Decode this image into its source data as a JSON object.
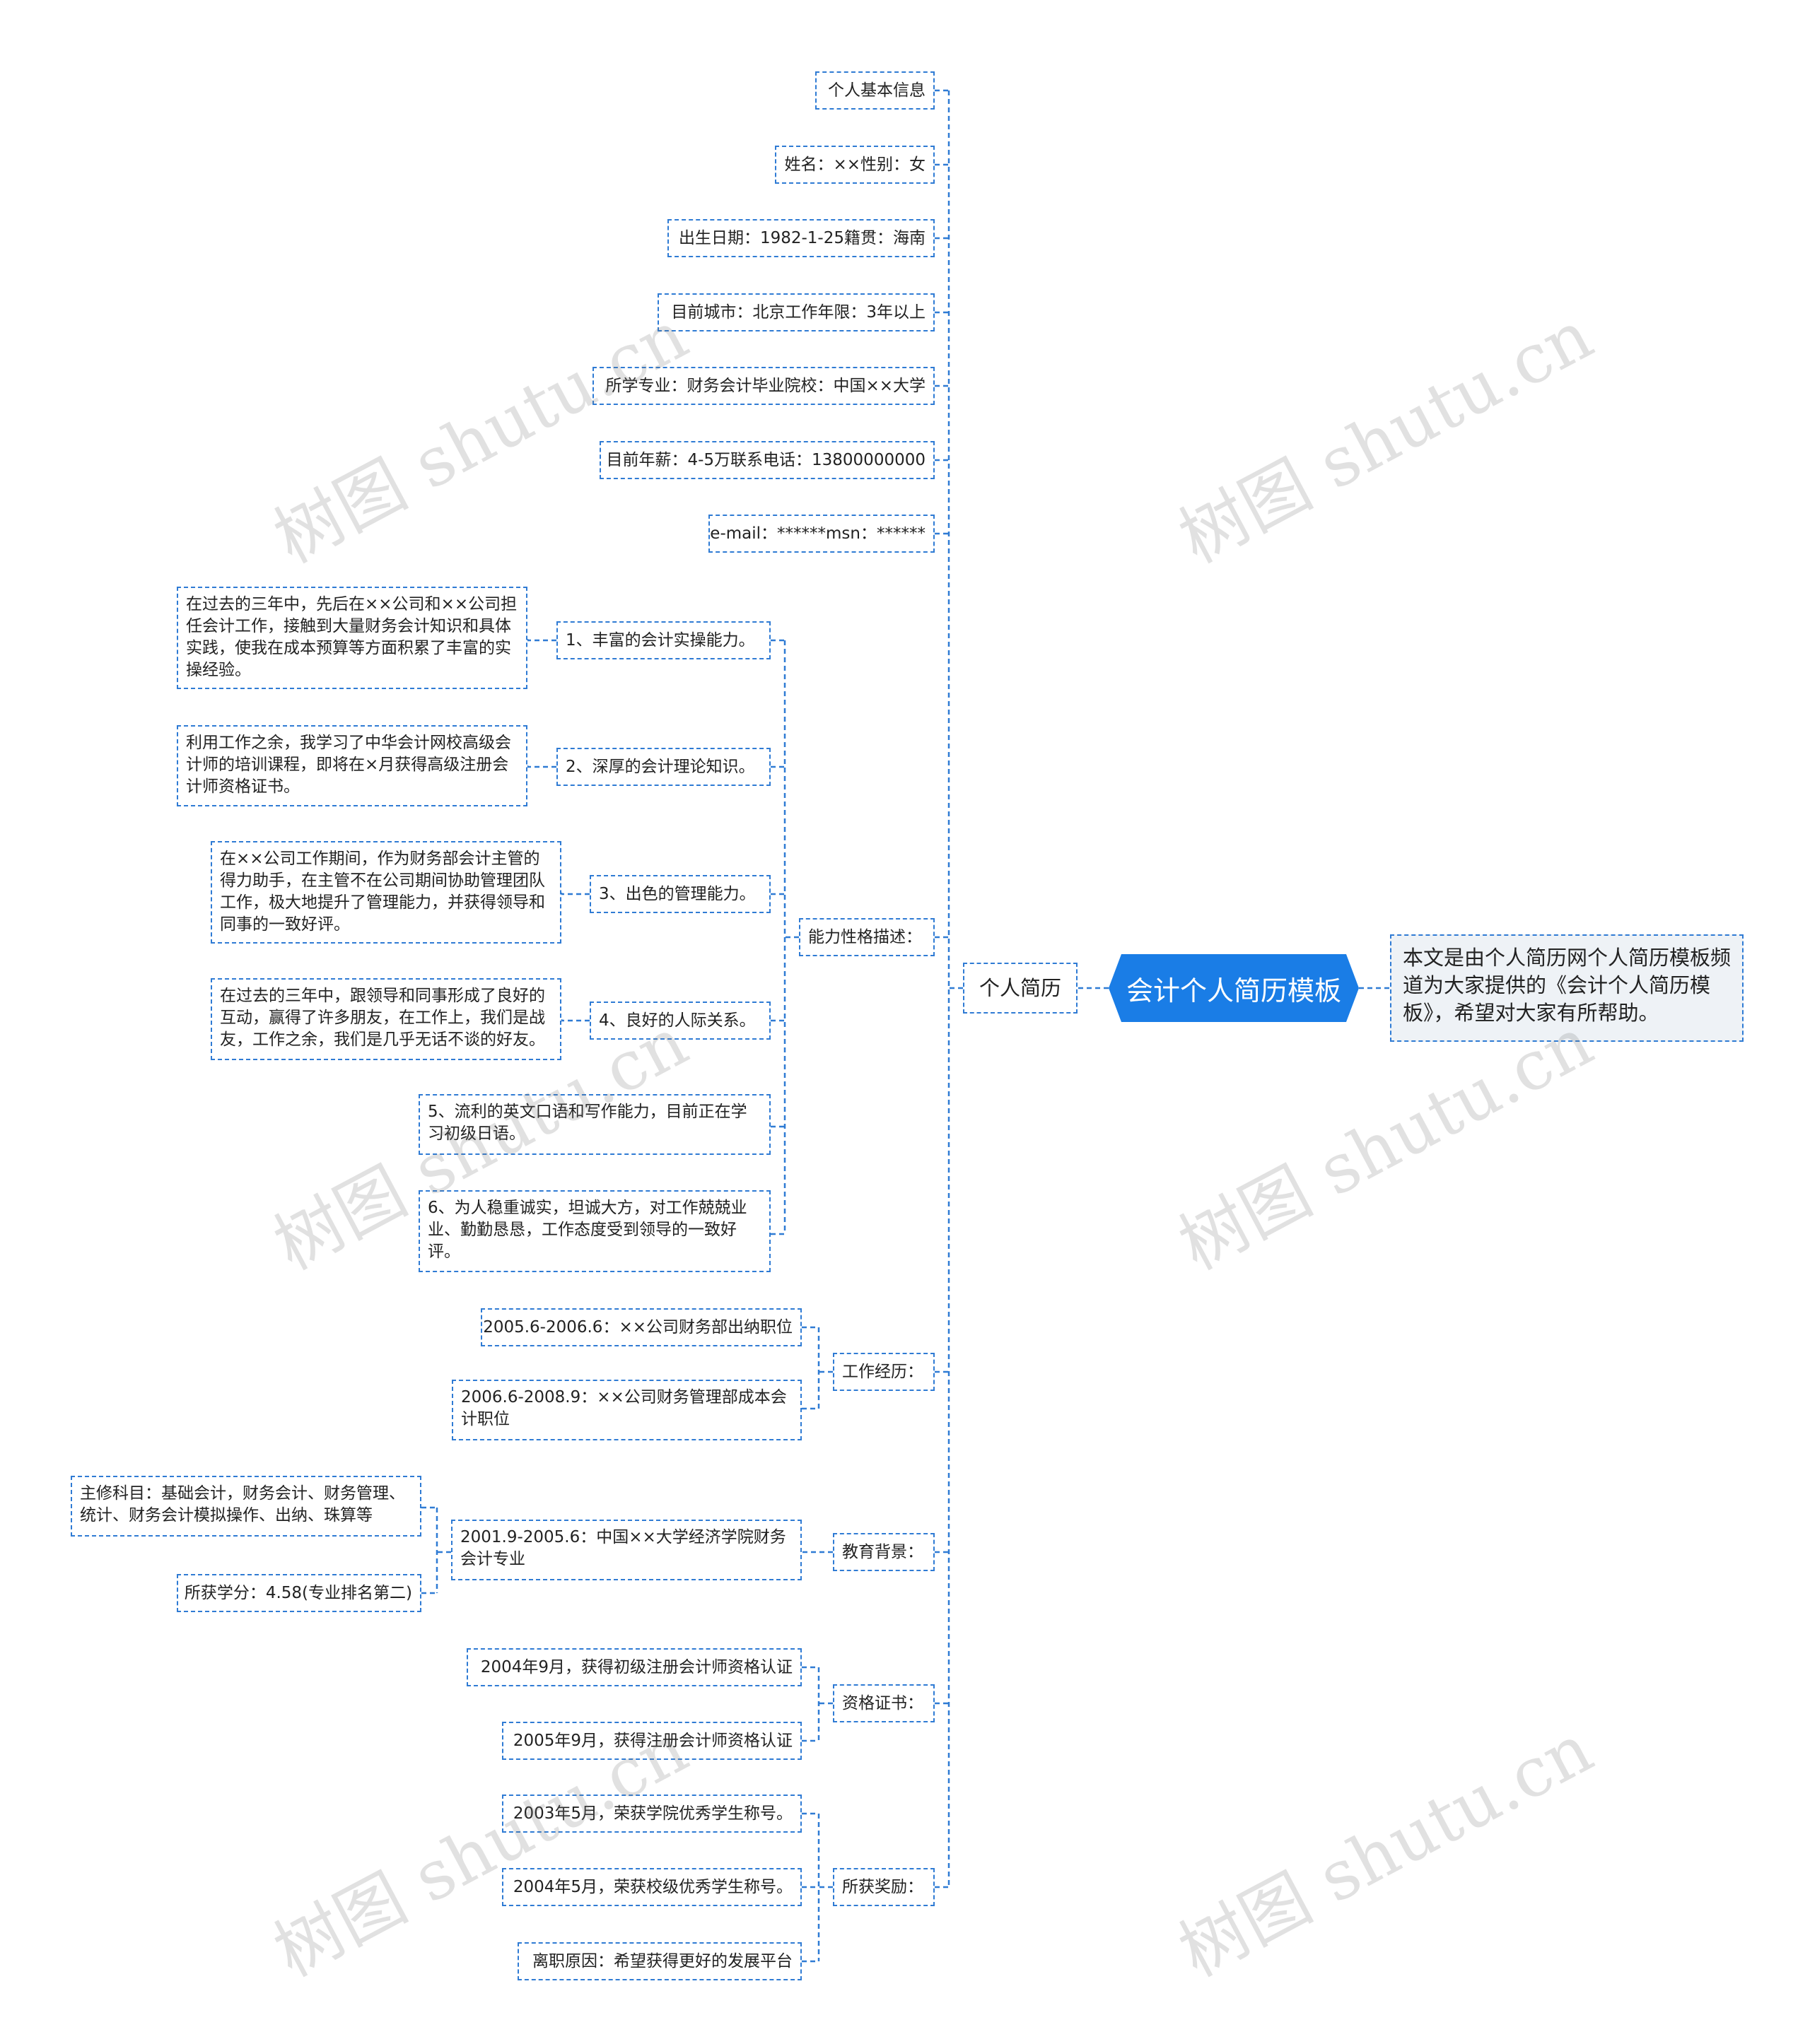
{
  "root": {
    "title": "会计个人简历模板"
  },
  "summary": "本文是由个人简历网个人简历模板频道为大家提供的《会计个人简历模板》，希望对大家有所帮助。",
  "branch": "个人简历",
  "basic": {
    "heading": "个人基本信息",
    "items": [
      "姓名：××性别：女",
      "出生日期：1982-1-25籍贯：海南",
      "目前城市：北京工作年限：3年以上",
      "所学专业：财务会计毕业院校：中国××大学",
      "目前年薪：4-5万联系电话：13800000000",
      "e-mail：******msn：******"
    ]
  },
  "ability": {
    "label": "能力性格描述：",
    "items": [
      {
        "title": "1、丰富的会计实操能力。",
        "detail": "在过去的三年中，先后在××公司和××公司担任会计工作，接触到大量财务会计知识和具体实践，使我在成本预算等方面积累了丰富的实操经验。"
      },
      {
        "title": "2、深厚的会计理论知识。",
        "detail": "利用工作之余，我学习了中华会计网校高级会计师的培训课程，即将在×月获得高级注册会计师资格证书。"
      },
      {
        "title": "3、出色的管理能力。",
        "detail": "在××公司工作期间，作为财务部会计主管的得力助手，在主管不在公司期间协助管理团队工作，极大地提升了管理能力，并获得领导和同事的一致好评。"
      },
      {
        "title": "4、良好的人际关系。",
        "detail": "在过去的三年中，跟领导和同事形成了良好的互动，赢得了许多朋友，在工作上，我们是战友，工作之余，我们是几乎无话不谈的好友。"
      }
    ],
    "extra": [
      "5、流利的英文口语和写作能力，目前正在学习初级日语。",
      "6、为人稳重诚实，坦诚大方，对工作兢兢业业、勤勤恳恳，工作态度受到领导的一致好评。"
    ]
  },
  "work": {
    "label": "工作经历：",
    "items": [
      "2005.6-2006.6：××公司财务部出纳职位",
      "2006.6-2008.9：××公司财务管理部成本会计职位"
    ]
  },
  "education": {
    "label": "教育背景：",
    "item": "2001.9-2005.6：中国××大学经济学院财务会计专业",
    "details": [
      "主修科目：基础会计，财务会计、财务管理、统计、财务会计模拟操作、出纳、珠算等",
      "所获学分：4.58(专业排名第二)"
    ]
  },
  "certificates": {
    "label": "资格证书：",
    "items": [
      "2004年9月，获得初级注册会计师资格认证",
      "2005年9月，获得注册会计师资格认证"
    ]
  },
  "awards": {
    "label": "所获奖励：",
    "items": [
      "2003年5月，荣获学院优秀学生称号。",
      "2004年5月，荣获校级优秀学生称号。",
      "离职原因：希望获得更好的发展平台"
    ]
  },
  "watermark": "树图 shutu.cn",
  "colors": {
    "accent": "#1a7de6",
    "line": "#2f7bd4",
    "summary_bg": "#eef2f6"
  }
}
